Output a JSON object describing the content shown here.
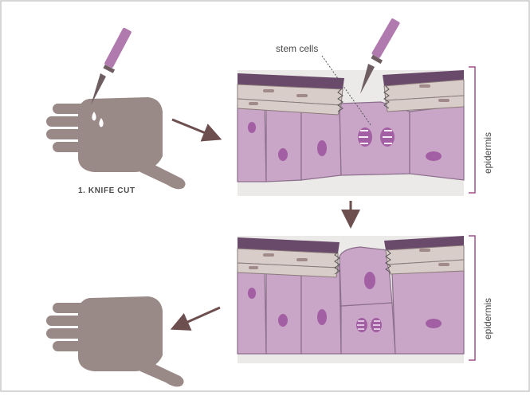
{
  "labels": {
    "stem_cells": "stem cells",
    "knife_cut": "1. KNIFE CUT",
    "epidermis_top": "epidermis",
    "epidermis_bottom": "epidermis"
  },
  "colors": {
    "hand": "#9a8a87",
    "knife_handle": "#b07aaf",
    "blade": "#6e5e62",
    "cell_fill": "#c9a6c8",
    "cell_stroke": "#8a6e8a",
    "nucleus": "#a35fa3",
    "top_layer_fill": "#d9cdc9",
    "top_layer_dark": "#6a4a6a",
    "arrow": "#6e4f4f",
    "bracket": "#a0508f",
    "panel_bg": "#eceae9",
    "border": "#bdbdbd"
  }
}
